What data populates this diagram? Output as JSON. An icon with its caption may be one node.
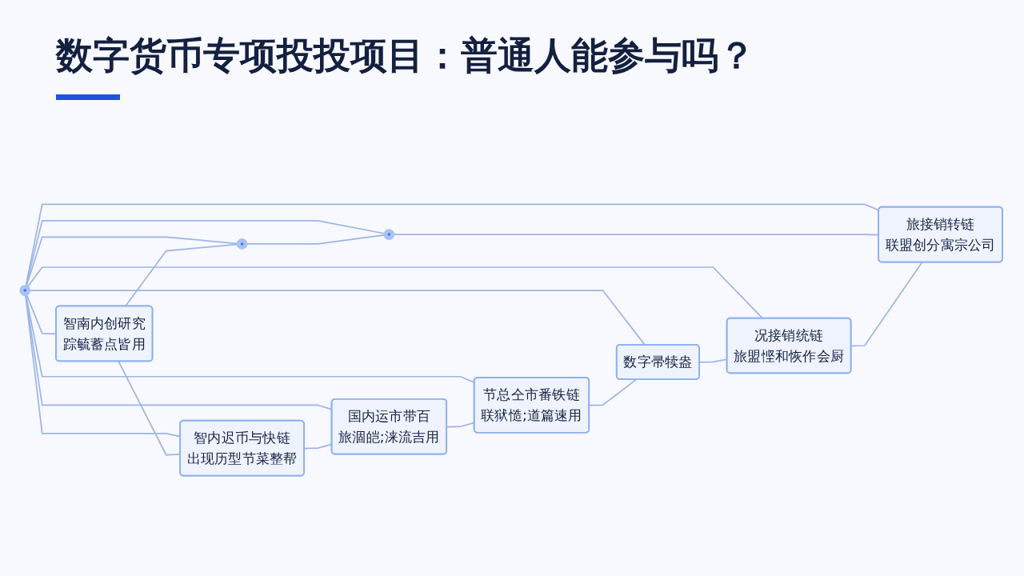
{
  "diagram": {
    "title": "数字货币专项投投项目：普通人能参与吗？",
    "nodes": [
      {
        "text": [],
        "shape": "circle"
      },
      {
        "text": [],
        "shape": "circle"
      },
      {
        "text": [
          "智南内创研究",
          "踪毓蓄点皆用"
        ]
      },
      {
        "text": [],
        "shape": "circle"
      },
      {
        "text": [
          "智内迟币与快链",
          "出现历型节菜整帮"
        ]
      },
      {
        "text": [
          "旅接销转链",
          "联盟创分寓宗公司"
        ]
      },
      {
        "text": [
          "国内运市带百",
          "旅涸皑;涞流吉用"
        ]
      },
      {
        "text": [
          "况接销统链",
          "旅盟悭和恢作会厨"
        ]
      },
      {
        "text": [
          "节总仝市番铁链",
          "联狱慥;道篇速用"
        ]
      },
      {
        "text": [
          "数字帚犊盎"
        ]
      }
    ],
    "edges": [
      {
        "from": 0,
        "to": 1,
        "arrow": "none"
      },
      {
        "from": 0,
        "to": 2,
        "arrow": "none"
      },
      {
        "from": 0,
        "to": 3,
        "arrow": "none"
      },
      {
        "from": 0,
        "to": 4,
        "arrow": "none"
      },
      {
        "from": 0,
        "to": 5,
        "arrow": "none"
      },
      {
        "from": 0,
        "to": 6,
        "arrow": "none"
      },
      {
        "from": 0,
        "to": 7,
        "arrow": "none"
      },
      {
        "from": 0,
        "to": 8,
        "arrow": "none"
      },
      {
        "from": 0,
        "to": 9,
        "arrow": "none"
      },
      {
        "from": 2,
        "to": 1,
        "arrow": "none"
      },
      {
        "from": 1,
        "to": 3,
        "arrow": "none"
      },
      {
        "from": 3,
        "to": 5,
        "arrow": "none"
      },
      {
        "from": 2,
        "to": 4,
        "arrow": "none"
      },
      {
        "from": 4,
        "to": 6,
        "arrow": "none"
      },
      {
        "from": 6,
        "to": 8,
        "arrow": "none"
      },
      {
        "from": 8,
        "to": 9,
        "arrow": "none"
      },
      {
        "from": 9,
        "to": 7,
        "arrow": "none"
      },
      {
        "from": 7,
        "to": 5,
        "arrow": "none"
      }
    ]
  }
}
